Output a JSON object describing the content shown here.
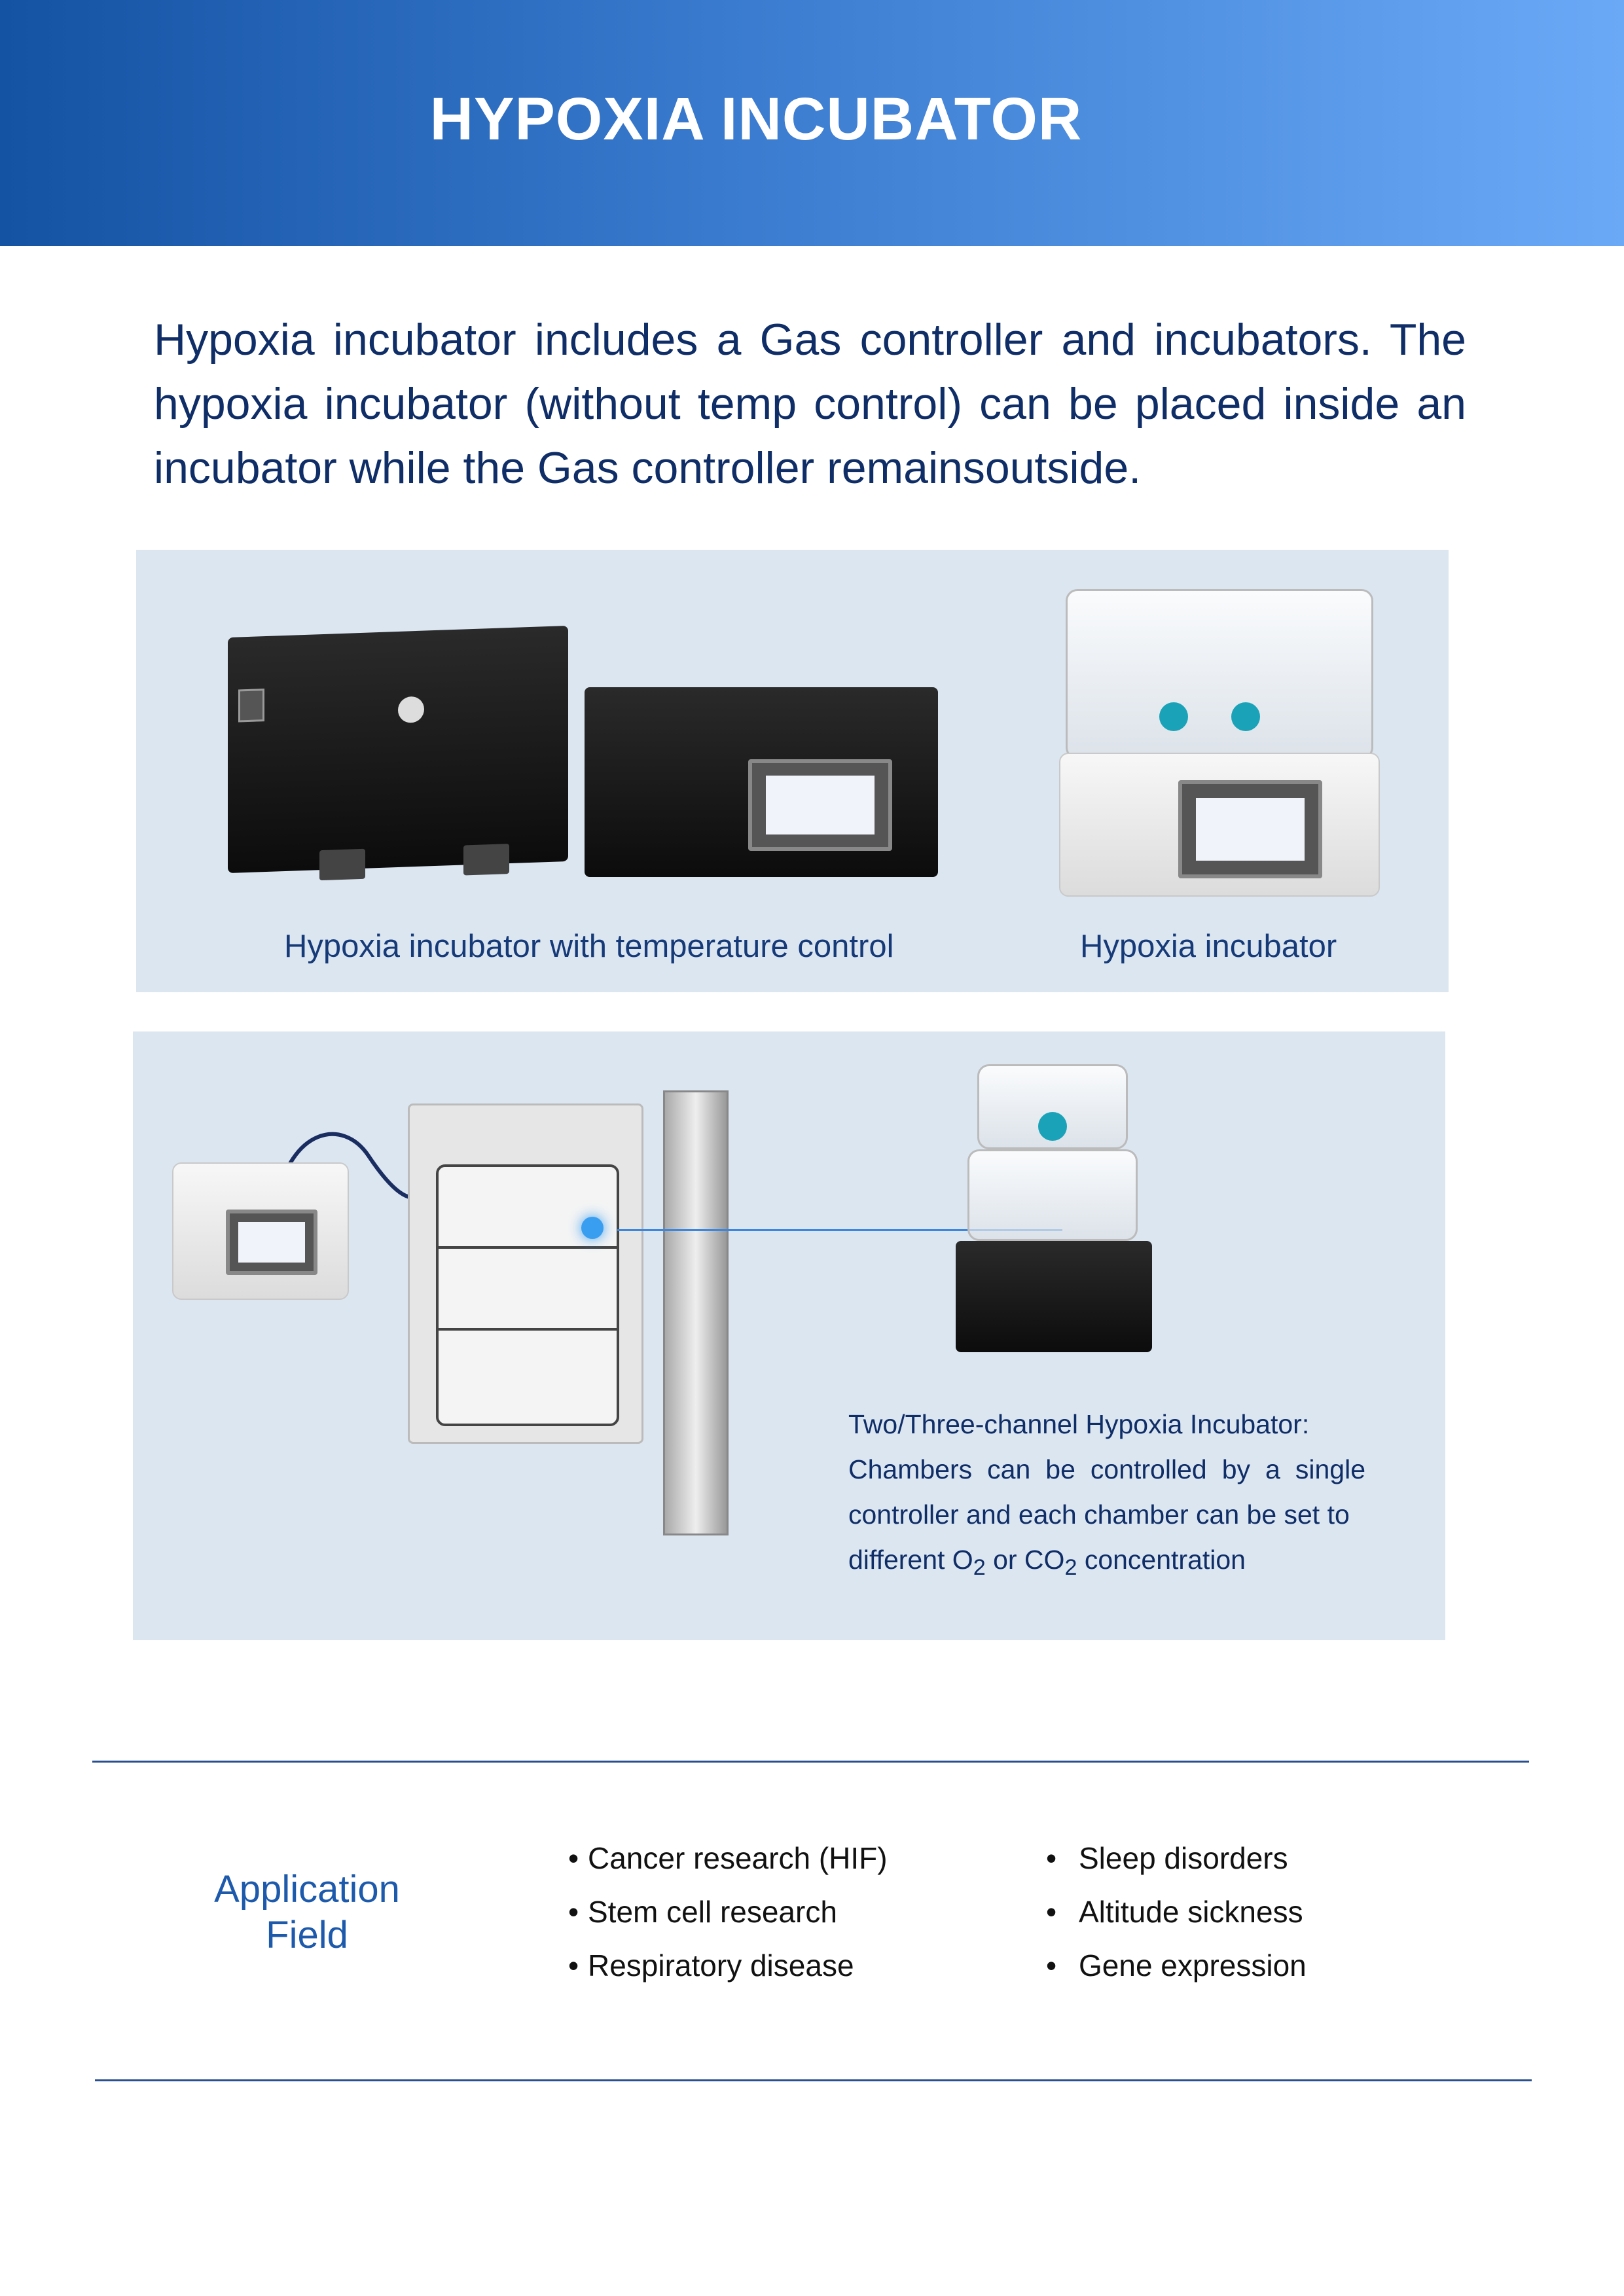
{
  "header": {
    "title": "HYPOXIA INCUBATOR"
  },
  "intro": {
    "text": "Hypoxia incubator includes a Gas controller and incubators. The hypoxia incubator (without temp control) can be placed inside an incubator while the Gas controller remainsoutside."
  },
  "panel1": {
    "caption_left": "Hypoxia incubator with temperature control",
    "caption_right": "Hypoxia incubator"
  },
  "panel2": {
    "desc_line1": "Two/Three-channel Hypoxia Incubator:",
    "desc_line2": "Chambers can be controlled by a single controller and each chamber can be set to",
    "desc_pre": "different O",
    "sub1": "2",
    "desc_mid": " or CO",
    "sub2": "2",
    "desc_post": " concentration"
  },
  "application": {
    "heading_line1": "Application",
    "heading_line2": "Field",
    "bullet": "•",
    "col1": [
      "Cancer research (HIF)",
      "Stem cell research",
      "Respiratory disease"
    ],
    "col2": [
      "Sleep disorders",
      "Altitude sickness",
      "Gene expression"
    ]
  },
  "colors": {
    "header_start": "#1452a3",
    "header_end": "#6aa9f6",
    "panel_bg": "#dce6f1",
    "text": "#0f2d66",
    "accent": "#1d5aab"
  }
}
